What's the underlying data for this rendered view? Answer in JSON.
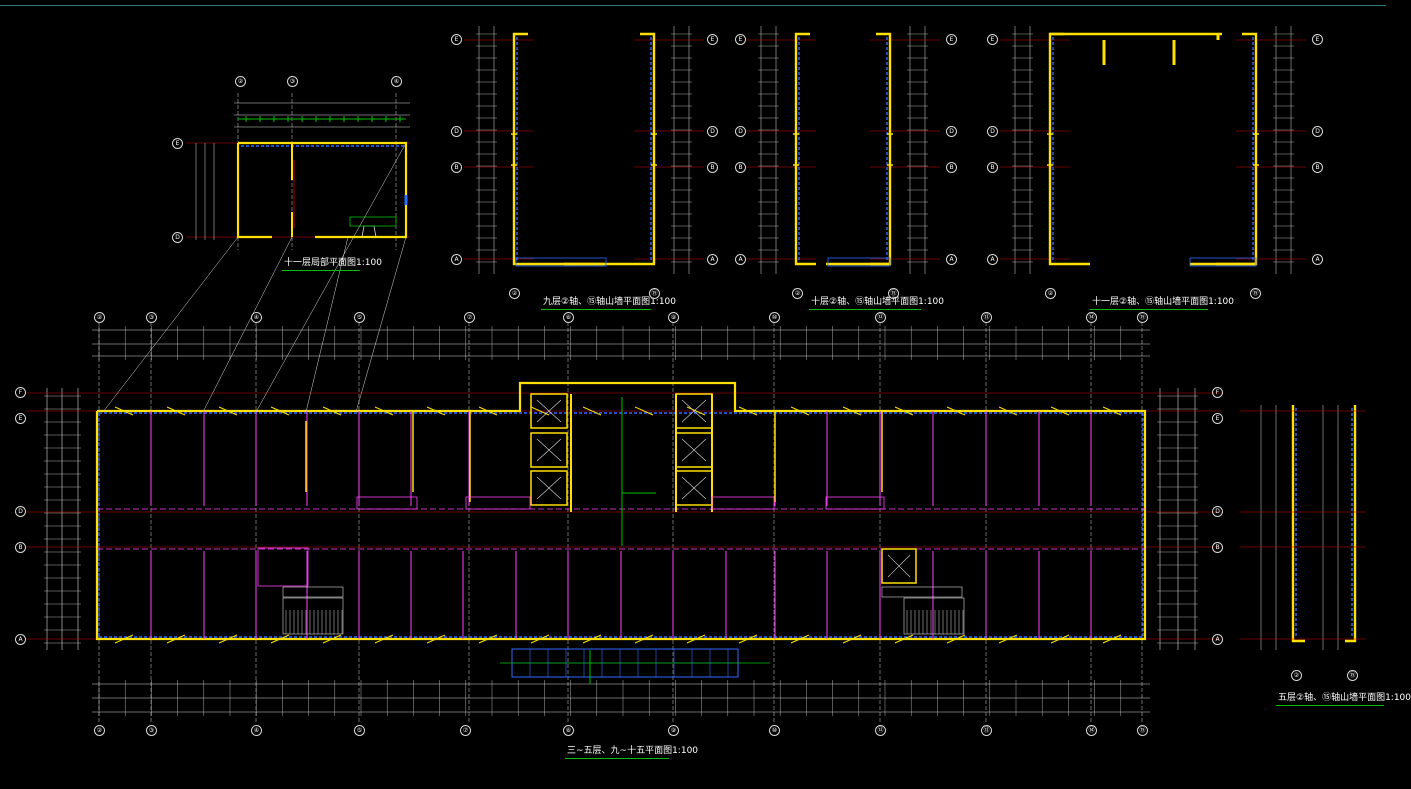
{
  "colors": {
    "background": "#000000",
    "wall": "#ffe000",
    "dimension": "#d8d8d8",
    "axis_line": "#d00000",
    "room_line": "#ff40ff",
    "hatch": "#2f6bff",
    "leader": "#00c000",
    "title_underline": "#00c000"
  },
  "drawings": {
    "eleventh_stair_room": {
      "title": "十一层局部平面图1:100",
      "axes_h": [
        "②",
        "③",
        "④"
      ],
      "axes_v": [
        "E",
        "D"
      ]
    },
    "ninth_gable": {
      "title": "九层②轴、⑮轴山墙平面图1:100",
      "axes_h": [
        "②",
        "⑮"
      ],
      "axes_v": [
        "E",
        "D",
        "B",
        "A"
      ]
    },
    "tenth_gable": {
      "title": "十层②轴、⑮轴山墙平面图1:100",
      "axes_h": [
        "②",
        "⑮"
      ],
      "axes_v": [
        "E",
        "D",
        "B",
        "A"
      ]
    },
    "eleventh_gable": {
      "title": "十一层②轴、⑮轴山墙平面图1:100",
      "axes_h": [
        "②",
        "⑮"
      ],
      "axes_v": [
        "E",
        "D",
        "B",
        "A"
      ]
    },
    "main_plan": {
      "title": "三~五层、九~十五平面图1:100",
      "axes_h": [
        "②",
        "③",
        "④",
        "⑤",
        "⑦",
        "⑧",
        "⑨",
        "⑩",
        "⑫",
        "⑬",
        "⑭",
        "⑮"
      ],
      "axes_v": [
        "F",
        "E",
        "D",
        "B",
        "A"
      ]
    },
    "fifth_gable": {
      "title": "五层②轴、⑮轴山墙平面图1:100",
      "axes_h": [
        "②",
        "⑮"
      ]
    }
  }
}
